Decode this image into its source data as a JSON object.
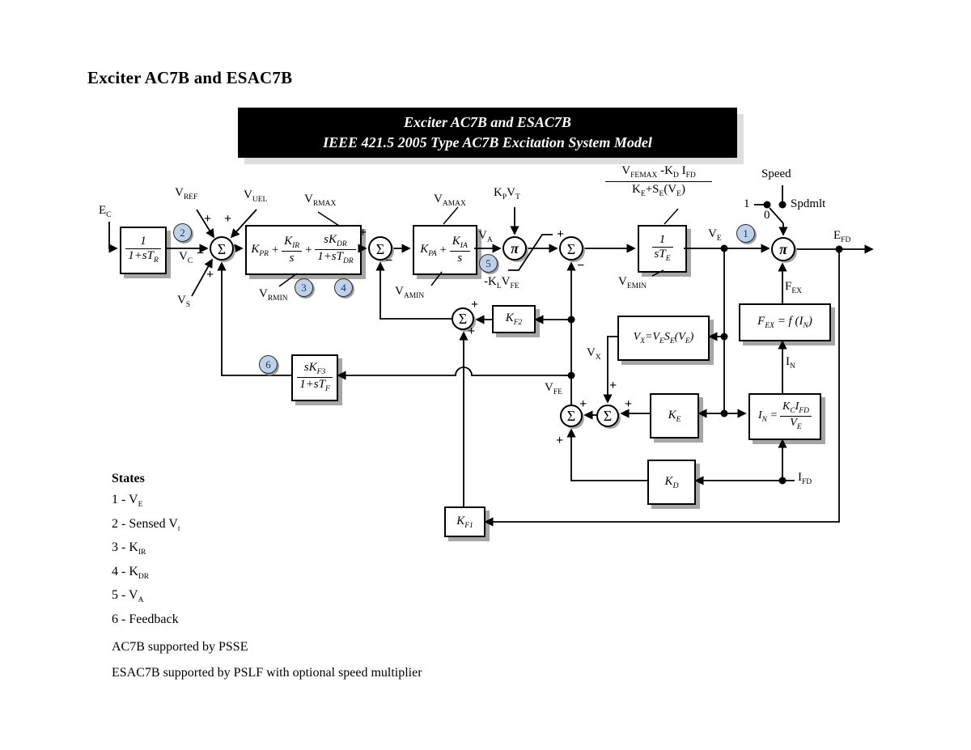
{
  "title": "Exciter AC7B and ESAC7B",
  "header": {
    "line1": "Exciter AC7B and ESAC7B",
    "line2": "IEEE 421.5 2005 Type AC7B Excitation System Model"
  },
  "symbols": {
    "sigma": "Σ",
    "pi": "π"
  },
  "switch": {
    "speed": "Speed",
    "spdmlt": "Spdmlt",
    "one": "1",
    "zero": "0"
  },
  "signals": {
    "ec": {
      "b": "E",
      "s": "C"
    },
    "vc": {
      "b": "V",
      "s": "C"
    },
    "vs": {
      "b": "V",
      "s": "S"
    },
    "vref": {
      "b": "V",
      "s": "REF"
    },
    "vuel": {
      "b": "V",
      "s": "UEL"
    },
    "vrmax": {
      "b": "V",
      "s": "RMAX"
    },
    "vrmin": {
      "b": "V",
      "s": "RMIN"
    },
    "vamax": {
      "b": "V",
      "s": "AMAX"
    },
    "vamin": {
      "b": "V",
      "s": "AMIN"
    },
    "va": {
      "b": "V",
      "s": "A"
    },
    "ve": {
      "b": "V",
      "s": "E"
    },
    "vemin": {
      "b": "V",
      "s": "EMIN"
    },
    "vx": {
      "b": "V",
      "s": "X"
    },
    "vfe": {
      "b": "V",
      "s": "FE"
    },
    "efd": {
      "b": "E",
      "s": "FD"
    },
    "fex": {
      "b": "F",
      "s": "EX"
    },
    "in": {
      "b": "I",
      "s": "N"
    },
    "ifd": {
      "b": "I",
      "s": "FD"
    },
    "kpvt": {
      "b1": "K",
      "s1": "P",
      "b2": "V",
      "s2": "T"
    },
    "klvfe": {
      "b1": "-K",
      "s1": "L",
      "b2": "V",
      "s2": "FE"
    },
    "femax_num": {
      "b1": "V",
      "s1": "FEMAX",
      "b2": " -K",
      "s2": "D",
      "b3": " I",
      "s3": "FD"
    },
    "femax_den": {
      "b1": "K",
      "s1": "E",
      "b2": "+S",
      "s2": "E",
      "b3": "(V",
      "s3": "E",
      "b4": ")"
    }
  },
  "signs": {
    "vref": "+",
    "vuel": "+",
    "vc": "−",
    "vs": "+",
    "pid_out": "+",
    "s2_fb": "−",
    "s3_in": "+",
    "s3_fb": "−",
    "sf_r": "+",
    "sf_b": "+",
    "sv1_r": "+",
    "sv1_b": "+",
    "sv2_t": "+",
    "sv2_r": "+"
  },
  "blocks": {
    "tr": {
      "num": "1",
      "den_b": "1+sT",
      "den_s": "R"
    },
    "pid": {
      "t1_b": "K",
      "t1_s": "PR",
      "plus": "+",
      "f1_num_b": "K",
      "f1_num_s": "IR",
      "f1_den": "s",
      "f2_num_b": "sK",
      "f2_num_s": "DR",
      "f2_den_b": "1+sT",
      "f2_den_s": "DR"
    },
    "ka": {
      "t1_b": "K",
      "t1_s": "PA",
      "plus": "+",
      "f_num_b": "K",
      "f_num_s": "IA",
      "f_den": "s"
    },
    "te": {
      "num": "1",
      "den_b": "sT",
      "den_s": "E"
    },
    "kf2": {
      "b": "K",
      "s": "F2"
    },
    "kf1": {
      "b": "K",
      "s": "F1"
    },
    "ke": {
      "b": "K",
      "s": "E"
    },
    "kd": {
      "b": "K",
      "s": "D"
    },
    "f3": {
      "num_b": "sK",
      "num_s": "F3",
      "den_b": "1+sT",
      "den_s": "F"
    },
    "vx": {
      "p1_b": "V",
      "p1_s": "X",
      "p2_b": "=V",
      "p2_s": "E",
      "p3_b": "S",
      "p3_s": "E",
      "p4_b": "(V",
      "p4_s": "E",
      "p5": ")"
    },
    "fex": {
      "p1_b": "F",
      "p1_s": "EX",
      "p2": "= f",
      "p3_b": "(I",
      "p3_s": "N",
      "p4": ")"
    },
    "in": {
      "p1_b": "I",
      "p1_s": "N",
      "p2": "=",
      "num_b1": "K",
      "num_s1": "C",
      "num_b2": "I",
      "num_s2": "FD",
      "den_b": "V",
      "den_s": "E"
    }
  },
  "badges": {
    "b1": "1",
    "b2": "2",
    "b3": "3",
    "b4": "4",
    "b5": "5",
    "b6": "6"
  },
  "states_panel": {
    "heading": "States",
    "items": [
      {
        "text": "1 - V",
        "sub": "E"
      },
      {
        "text": "2 - Sensed V",
        "sub": "t"
      },
      {
        "text": "3 - K",
        "sub": "IR"
      },
      {
        "text": "4 - K",
        "sub": "DR"
      },
      {
        "text": "5 - V",
        "sub": "A"
      },
      {
        "text": "6 - Feedback",
        "sub": ""
      }
    ],
    "notes": [
      "AC7B supported by PSSE",
      "ESAC7B supported by PSLF with optional speed multiplier"
    ]
  }
}
